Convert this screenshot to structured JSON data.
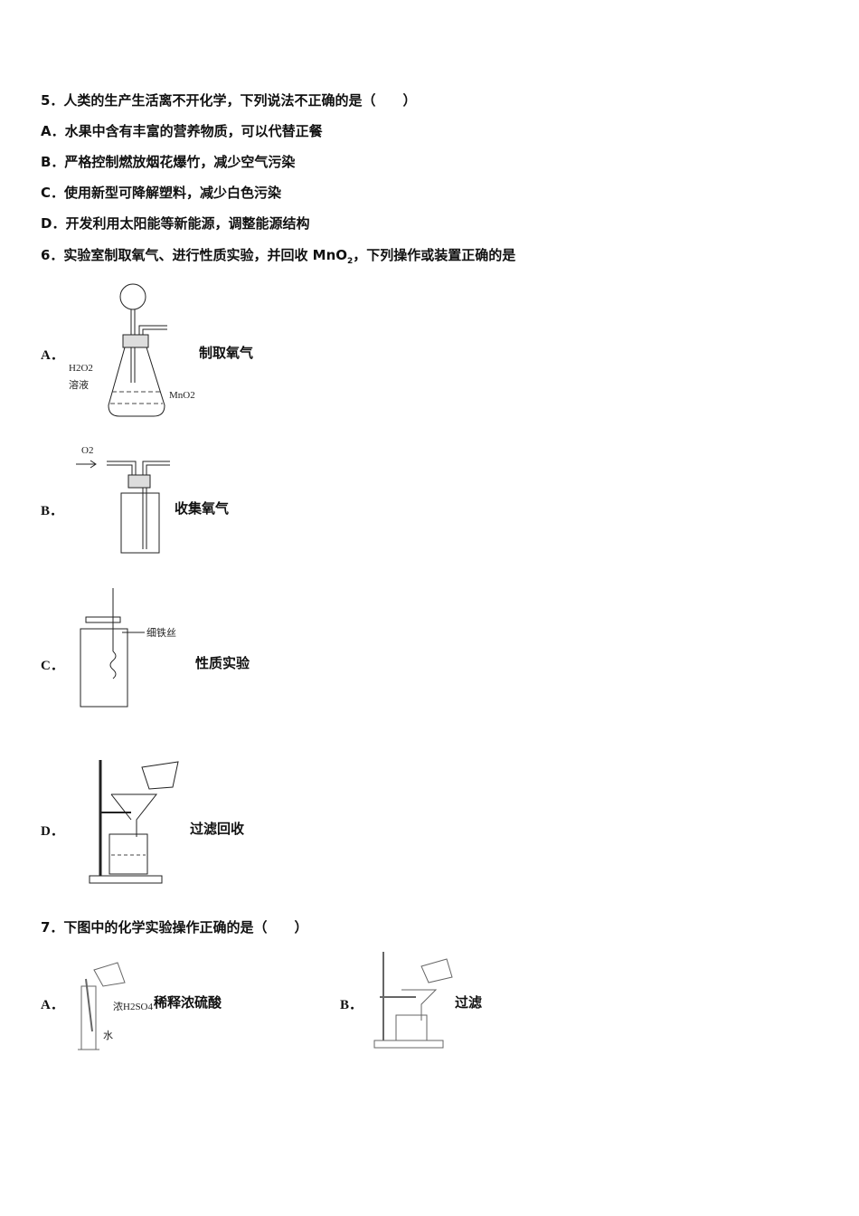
{
  "q5": {
    "stem": "5．人类的生产生活离不开化学，下列说法不正确的是（　　）",
    "options": [
      "A．水果中含有丰富的营养物质，可以代替正餐",
      "B．严格控制燃放烟花爆竹，减少空气污染",
      "C．使用新型可降解塑料，减少白色污染",
      "D．开发利用太阳能等新能源，调整能源结构"
    ]
  },
  "q6": {
    "stem_pre": "6．实验室制取氧气、进行性质实验，并回收 MnO",
    "stem_sub": "2",
    "stem_post": "，下列操作或装置正确的是",
    "options": [
      {
        "letter": "A．",
        "caption": "制取氧气",
        "fig_labels": [
          "H2O2",
          "溶液",
          "MnO2"
        ]
      },
      {
        "letter": "B．",
        "caption": "收集氧气",
        "fig_labels": [
          "O2"
        ]
      },
      {
        "letter": "C．",
        "caption": "性质实验",
        "fig_labels": [
          "细铁丝"
        ]
      },
      {
        "letter": "D．",
        "caption": "过滤回收",
        "fig_labels": []
      }
    ]
  },
  "q7": {
    "stem": "7．下图中的化学实验操作正确的是（　　）",
    "options": [
      {
        "letter": "A．",
        "caption": "稀释浓硫酸",
        "fig_labels": [
          "浓H2SO4",
          "水"
        ]
      },
      {
        "letter": "B．",
        "caption": "过滤",
        "fig_labels": []
      }
    ]
  }
}
